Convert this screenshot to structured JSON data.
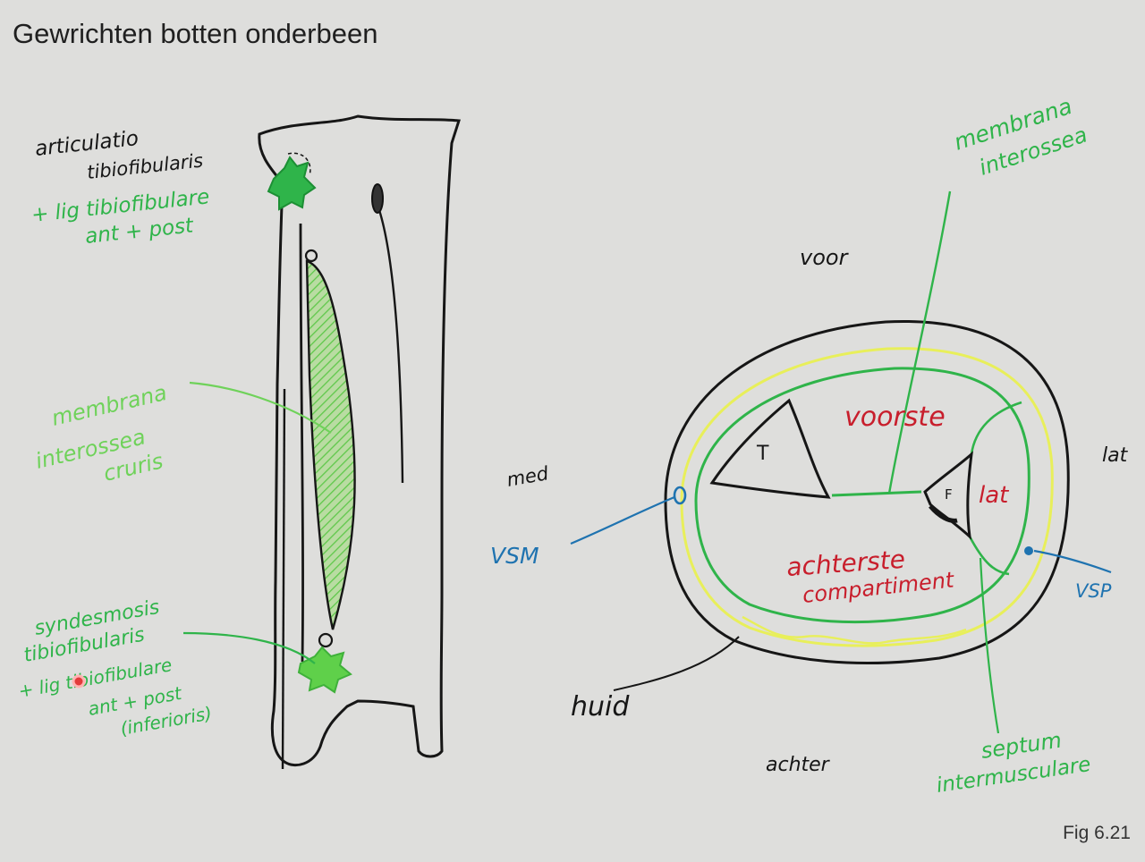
{
  "title": "Gewrichten botten onderbeen",
  "figure_label": "Fig 6.21",
  "colors": {
    "background": "#dededc",
    "ink": "#161616",
    "green": "#2fb44a",
    "light_green": "#6fd25a",
    "yellow": "#e8ef5a",
    "red": "#c81e2c",
    "blue": "#1f73b0"
  },
  "left_diagram": {
    "articulatio_line1": "articulatio",
    "articulatio_line2": "tibiofibularis",
    "lig_prox_line1": "+ lig tibiofibulare",
    "lig_prox_line2": "ant + post",
    "membrana_line1": "membrana",
    "membrana_line2": "interossea",
    "membrana_line3": "cruris",
    "syndesmosis_line1": "syndesmosis",
    "syndesmosis_line2": "tibiofibularis",
    "lig_dist_line1": "+ lig tibiofibulare",
    "lig_dist_line2": "ant + post",
    "lig_dist_line3": "(inferioris)"
  },
  "right_diagram": {
    "voor": "voor",
    "achter": "achter",
    "med": "med",
    "lat_outer": "lat",
    "tibia": "T",
    "fibula": "F",
    "voorste": "voorste",
    "lat_compartment": "lat",
    "achterste_line1": "achterste",
    "achterste_line2": "compartiment",
    "membrana_line1": "membrana",
    "membrana_line2": "interossea",
    "vsm": "VSM",
    "vsp": "VSP",
    "huid": "huid",
    "septum_line1": "septum",
    "septum_line2": "intermusculare"
  }
}
